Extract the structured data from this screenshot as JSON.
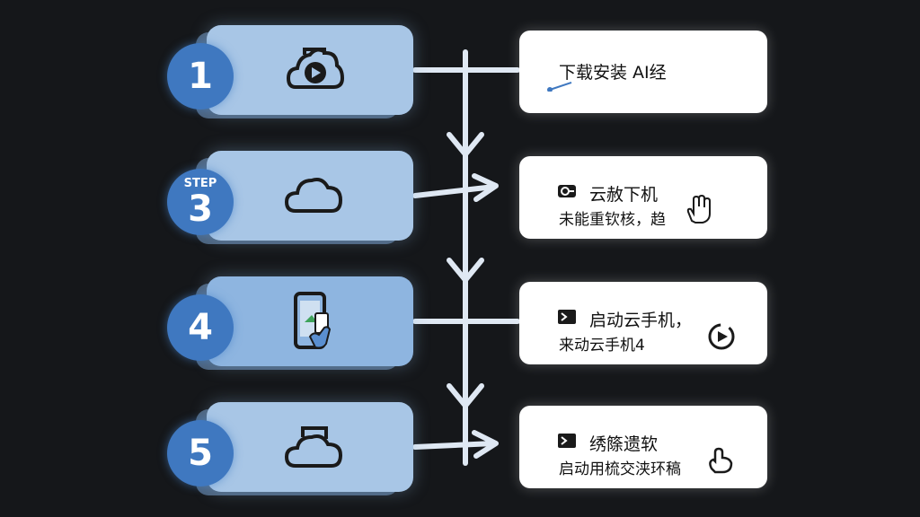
{
  "steps": [
    {
      "badge_tag": "",
      "badge_number": "1",
      "icon": "cloud-play-icon",
      "line1": "下载安装  AI经",
      "line2": ""
    },
    {
      "badge_tag": "STEP",
      "badge_number": "3",
      "icon": "cloud-icon",
      "line1": "云赦下机",
      "line2": "未能重钦核，趋"
    },
    {
      "badge_tag": "",
      "badge_number": "4",
      "icon": "phone-tap-icon",
      "line1": "启动云手机，",
      "line2": "来动云手机4"
    },
    {
      "badge_tag": "",
      "badge_number": "5",
      "icon": "cloud-device-icon",
      "line1": "绣篨遗软",
      "line2": "启动用梳交浃环稿"
    }
  ],
  "colors": {
    "background": "#15171a",
    "step_card": "#a8c6e6",
    "badge": "#3f78c0",
    "connector": "#dfe8f3",
    "text_card": "#ffffff"
  }
}
